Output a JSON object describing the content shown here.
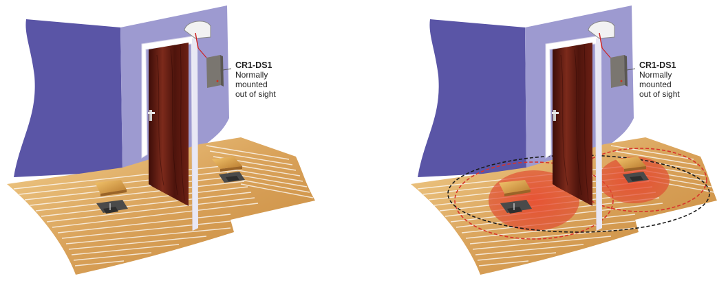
{
  "panels": [
    {
      "callout": {
        "model": "CR1-DS1",
        "lines": [
          "Normally",
          "mounted",
          "out of sight"
        ]
      }
    },
    {
      "callout": {
        "model": "CR1-DS1",
        "lines": [
          "Normally",
          "mounted",
          "out of sight"
        ]
      }
    }
  ],
  "colors": {
    "back_wall": "#5a55a6",
    "side_wall": "#9d9ad0",
    "door": "#6b1f14",
    "floor": "#d9a25a",
    "detection_zone": "#e0402a",
    "device_box": "#7a7670"
  },
  "icons": [
    "device-box-icon",
    "door-handle-icon",
    "floor-mat-icon",
    "floor-hatch-icon",
    "detection-zone-icon"
  ]
}
